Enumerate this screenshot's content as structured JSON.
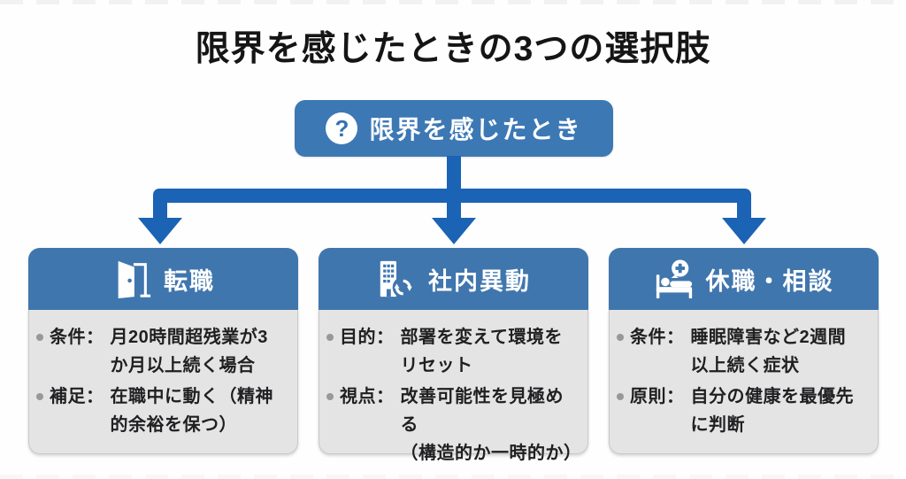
{
  "title": "限界を感じたときの3つの選択肢",
  "root_node": {
    "icon": "question-icon",
    "question_mark": "?",
    "label": "限界を感じたとき"
  },
  "colors": {
    "root_box_blue": "#3c78b4",
    "connector_blue": "#1a63b5",
    "card_header_blue": "#4076ae",
    "card_body_gray": "#e4e4e4",
    "text_dark": "#202022",
    "bullet_gray": "#97979c"
  },
  "cards": [
    {
      "icon": "door-icon",
      "title": "転職",
      "items": [
        {
          "label": "条件：",
          "text": "月20時間超残業が3\nか月以上続く場合"
        },
        {
          "label": "補足：",
          "text": "在職中に動く（精神\n的余裕を保つ）"
        }
      ]
    },
    {
      "icon": "building-transfer-icon",
      "title": "社内異動",
      "items": [
        {
          "label": "目的：",
          "text": "部署を変えて環境を\nリセット"
        },
        {
          "label": "視点：",
          "text": "改善可能性を見極める\n（構造的か一時的か）"
        }
      ]
    },
    {
      "icon": "bed-consultation-icon",
      "title": "休職・相談",
      "items": [
        {
          "label": "条件：",
          "text": "睡眠障害など2週間\n以上続く症状"
        },
        {
          "label": "原則：",
          "text": "自分の健康を最優先\nに判断"
        }
      ]
    }
  ]
}
